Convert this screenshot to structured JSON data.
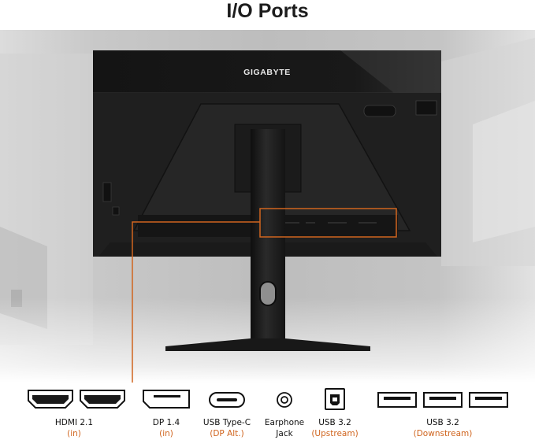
{
  "page": {
    "title": "I/O Ports"
  },
  "monitor": {
    "brand_logo": "GIGABYTE"
  },
  "colors": {
    "accent": "#d0651f",
    "title": "#1c1c1c",
    "bezel": "#151515",
    "body": "#1f1f1f"
  },
  "ports": [
    {
      "icon": "hdmi-port-icon",
      "name": "HDMI 2.1",
      "note": "(in)"
    },
    {
      "icon": "displayport-icon",
      "name": "DP 1.4",
      "note": "(in)"
    },
    {
      "icon": "usb-c-port-icon",
      "name": "USB Type-C",
      "note": "(DP Alt.)"
    },
    {
      "icon": "earphone-jack-icon",
      "name": "Earphone",
      "sub": "Jack"
    },
    {
      "icon": "usb-b-port-icon",
      "name": "USB 3.2",
      "note": "(Upstream)"
    },
    {
      "icon": "usb-a-port-icon",
      "name": "USB 3.2",
      "note": "(Downstream)"
    }
  ]
}
